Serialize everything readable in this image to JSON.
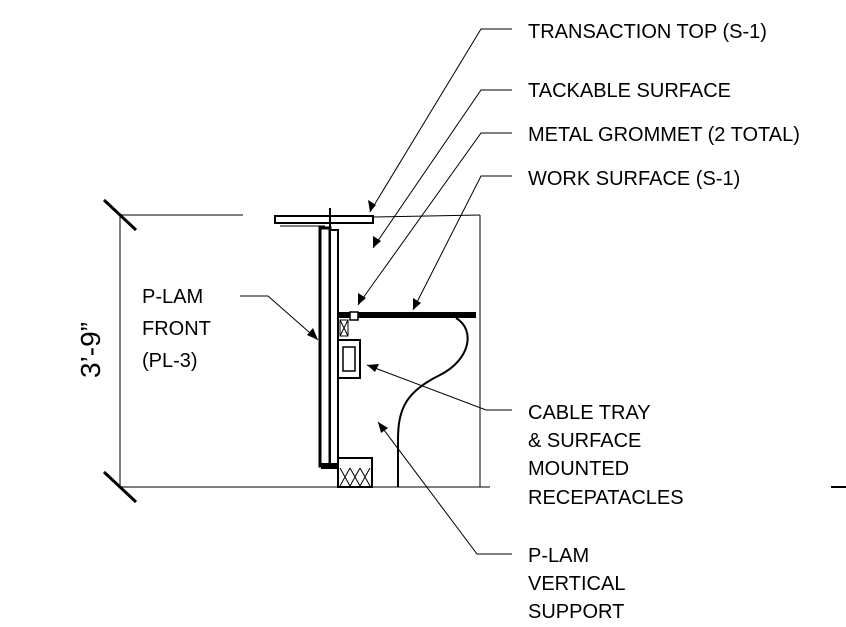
{
  "labels": {
    "transaction_top": "TRANSACTION TOP (S-1)",
    "tackable_surface": "TACKABLE SURFACE",
    "metal_grommet": "METAL GROMMET (2 TOTAL)",
    "work_surface": "WORK SURFACE (S-1)",
    "plam_front": [
      "P-LAM",
      "FRONT",
      "(PL-3)"
    ],
    "cable_tray": [
      "CABLE TRAY",
      "& SURFACE",
      "MOUNTED",
      "RECEPATACLES"
    ],
    "plam_vertical": [
      "P-LAM",
      "VERTICAL",
      "SUPPORT"
    ]
  },
  "dimension": {
    "height": "3’-9”"
  }
}
